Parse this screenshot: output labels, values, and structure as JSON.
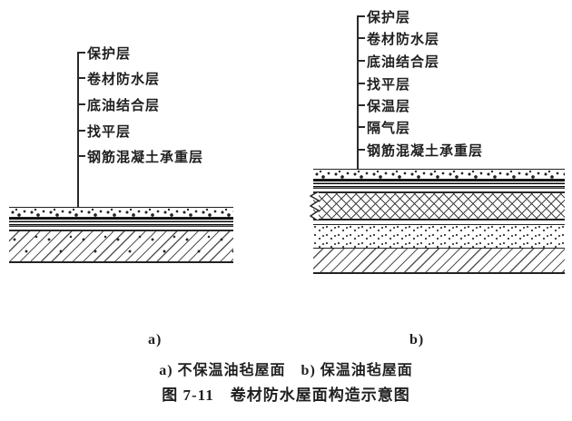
{
  "ink_color": "#1f1f1f",
  "diagram_a": {
    "labels": [
      "保护层",
      "卷材防水层",
      "底油结合层",
      "找平层",
      "钢筋混凝土承重层"
    ],
    "caption": "a)"
  },
  "diagram_b": {
    "labels": [
      "保护层",
      "卷材防水层",
      "底油结合层",
      "找平层",
      "保温层",
      "隔气层",
      "钢筋混凝土承重层"
    ],
    "caption": "b)"
  },
  "legend": "a) 不保温油毡屋面　b) 保温油毡屋面",
  "figure_title": "图 7-11　卷材防水屋面构造示意图"
}
